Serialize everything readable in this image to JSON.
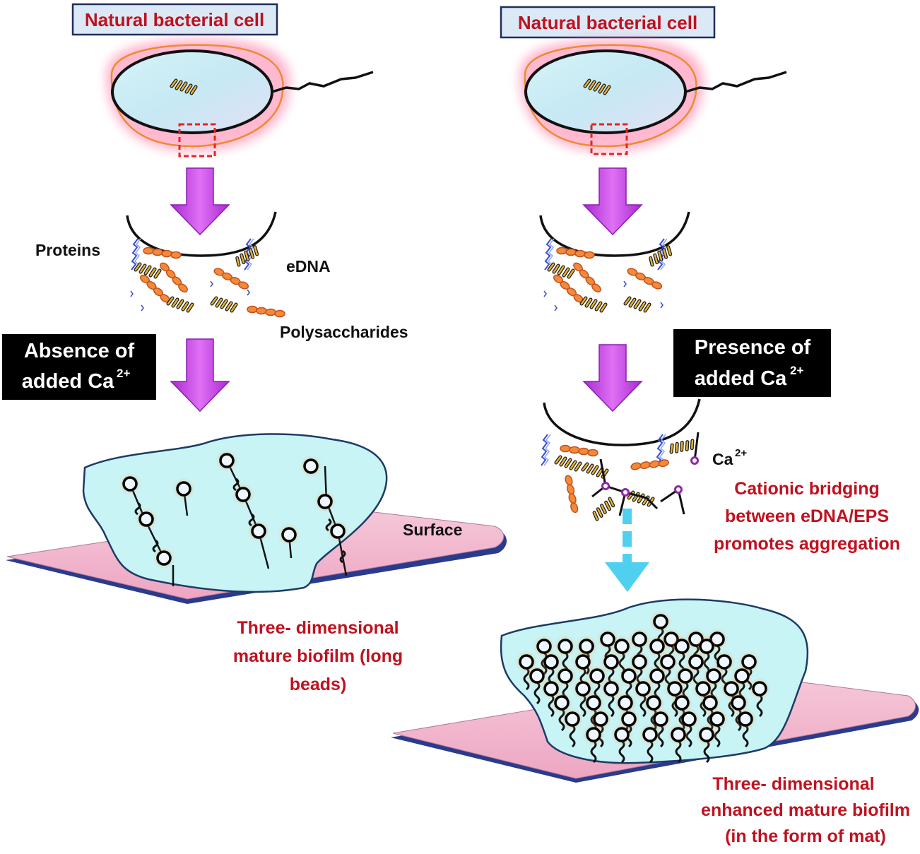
{
  "left_panel": {
    "title": "Natural bacterial cell",
    "labels": {
      "proteins": "Proteins",
      "edna": "eDNA",
      "polysaccharides": "Polysaccharides",
      "surface": "Surface"
    },
    "condition": {
      "line1": "Absence of",
      "line2": "added Ca",
      "sup": "2+"
    },
    "outcome": [
      "Three- dimensional",
      "mature biofilm (long",
      "beads)"
    ]
  },
  "right_panel": {
    "title": "Natural bacterial cell",
    "condition": {
      "line1": "Presence of",
      "line2": "added Ca",
      "sup": "2+"
    },
    "ion": {
      "text": "Ca",
      "sup": "2+"
    },
    "bridging": [
      "Cationic bridging",
      "between eDNA/EPS",
      "promotes aggregation"
    ],
    "outcome": [
      "Three- dimensional",
      "enhanced mature biofilm",
      "(in the form of mat)"
    ]
  },
  "colors": {
    "title_text": "#c0111f",
    "title_box_fill": "#dbe9f6",
    "arrow_magenta": "#c93ee0",
    "arrow_cyan": "#4fd0f0",
    "surface_pink": "#f2b9cf",
    "biofilm_cyan": "#c8f4f6",
    "cell_glow": "#ff7fa8",
    "envelope_orange": "#f08a2e",
    "condition_box": "#000000"
  }
}
